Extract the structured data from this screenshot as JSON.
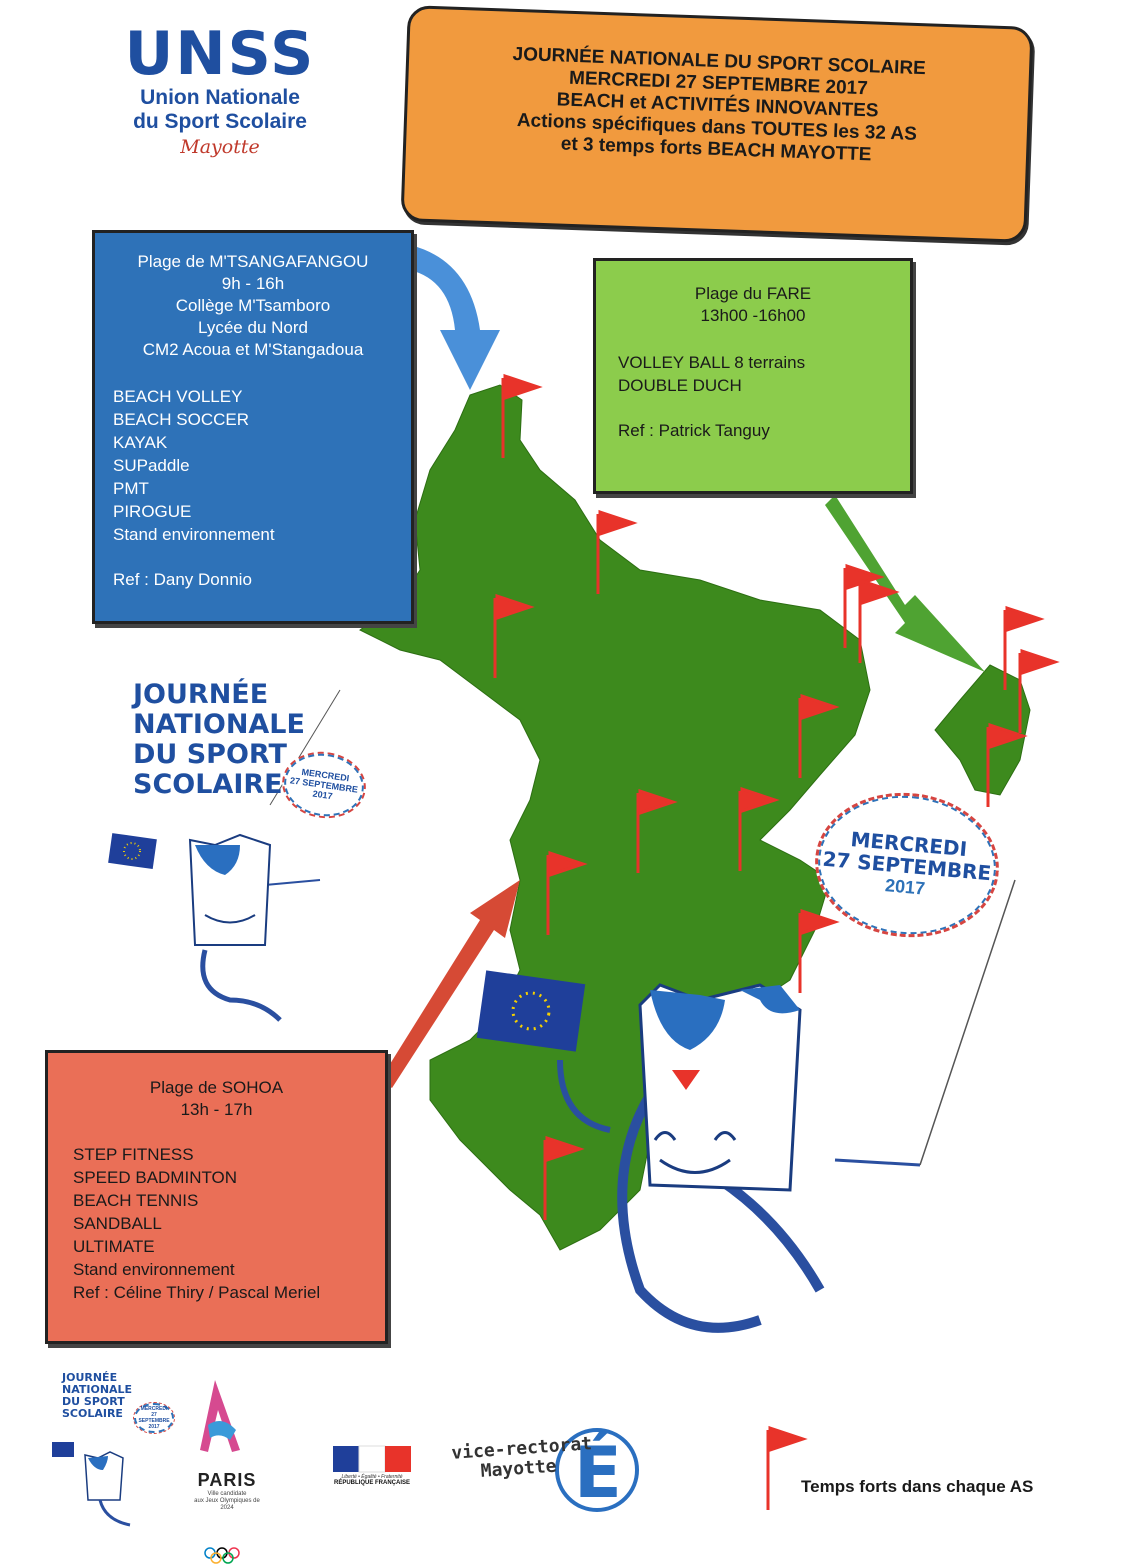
{
  "logo": {
    "wordmark": "UNSS",
    "line1": "Union Nationale",
    "line2": "du Sport Scolaire",
    "region": "Mayotte"
  },
  "banner": {
    "lines": [
      "JOURNÉE NATIONALE DU SPORT SCOLAIRE",
      "MERCREDI 27 SEPTEMBRE 2017",
      "BEACH et ACTIVITÉS INNOVANTES",
      "Actions spécifiques dans TOUTES les 32 AS",
      "et 3 temps forts BEACH MAYOTTE"
    ]
  },
  "box_blue": {
    "header": [
      "Plage de M'TSANGAFANGOU",
      "9h - 16h",
      "Collège M'Tsamboro",
      "Lycée du Nord",
      "CM2 Acoua et M'Stangadoua"
    ],
    "activities": [
      "BEACH VOLLEY",
      "BEACH SOCCER",
      "KAYAK",
      "SUPaddle",
      "PMT",
      "PIROGUE",
      "Stand environnement"
    ],
    "ref": "Ref : Dany Donnio"
  },
  "box_green": {
    "header": [
      "Plage du FARE",
      "13h00 -16h00"
    ],
    "activities": [
      "VOLLEY BALL 8 terrains",
      "DOUBLE DUCH"
    ],
    "ref": "Ref  : Patrick Tanguy"
  },
  "box_red": {
    "header": [
      "Plage de SOHOA",
      "13h - 17h"
    ],
    "activities": [
      "STEP FITNESS",
      "SPEED BADMINTON",
      "BEACH TENNIS",
      "SANDBALL",
      "ULTIMATE",
      "Stand environnement"
    ],
    "ref": "Ref : Céline Thiry / Pascal Meriel"
  },
  "jns_logo": {
    "lines": [
      "JOURNÉE",
      "NATIONALE",
      "DU SPORT",
      "SCOLAIRE"
    ]
  },
  "stamp": {
    "day": "MERCREDI",
    "date": "27 SEPTEMBRE",
    "year": "2017"
  },
  "footer": {
    "paris": "PARIS",
    "paris_fine": [
      "Ville candidate",
      "aux Jeux Olympiques de 2024"
    ],
    "rf_motto": "Liberté • Égalité • Fraternité",
    "rf_name": "RÉPUBLIQUE FRANÇAISE",
    "vice_rectorat": [
      "vice-rectorat",
      "Mayotte"
    ],
    "legend": "Temps forts dans chaque AS"
  },
  "colors": {
    "orange": "#f19a3e",
    "blue_box": "#2e72b8",
    "green_box": "#8ccc4c",
    "red_box": "#ea6f57",
    "island": "#3d8a1d",
    "flag_red": "#e8332a",
    "brand_blue": "#1f4fa0"
  },
  "icons": [
    "flag-icon",
    "arrow-icon",
    "eu-flag-icon",
    "mascot-icon",
    "olympic-rings-icon",
    "marianne-icon",
    "e-letter-icon"
  ]
}
